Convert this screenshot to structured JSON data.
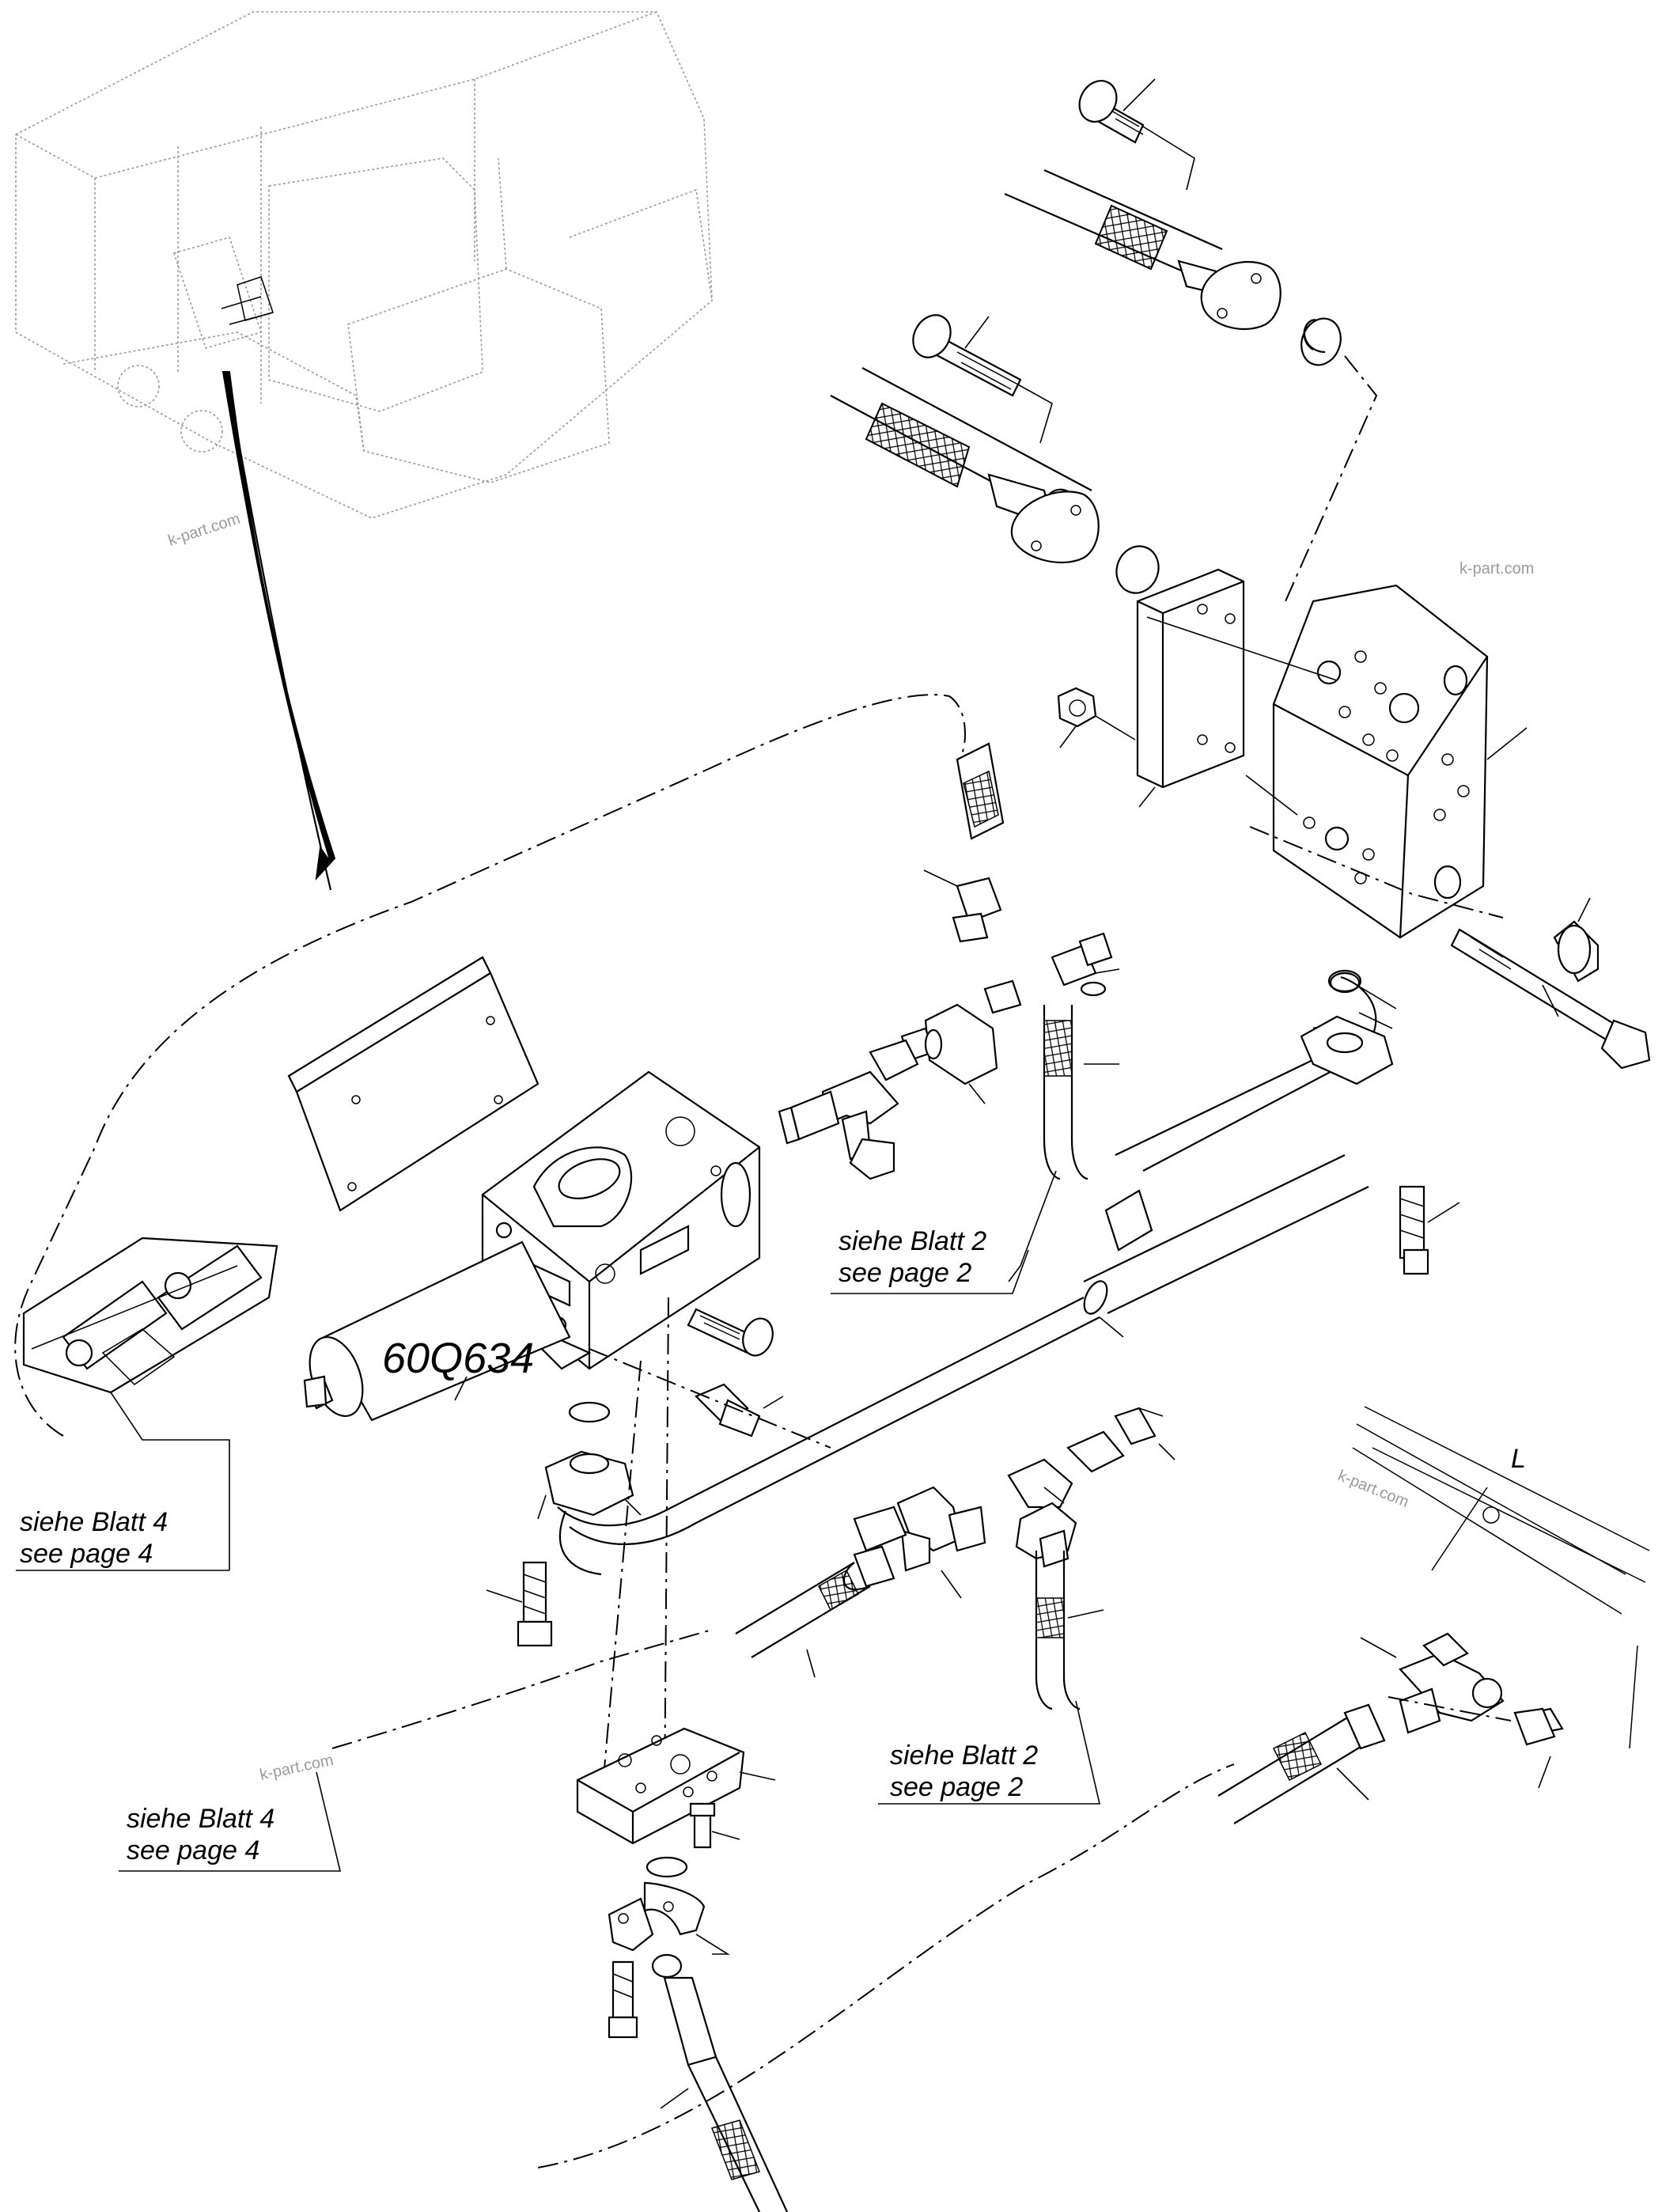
{
  "diagram": {
    "component_code": "60Q634",
    "references": [
      {
        "line1": "siehe Blatt 2",
        "line2": "see page 2"
      },
      {
        "line1": "siehe Blatt 2",
        "line2": "see page 2"
      },
      {
        "line1": "siehe Blatt 4",
        "line2": "see page 4"
      },
      {
        "line1": "siehe Blatt 4",
        "line2": "see page 4"
      }
    ],
    "dimension_label": "L",
    "watermark": "k-part.com"
  }
}
